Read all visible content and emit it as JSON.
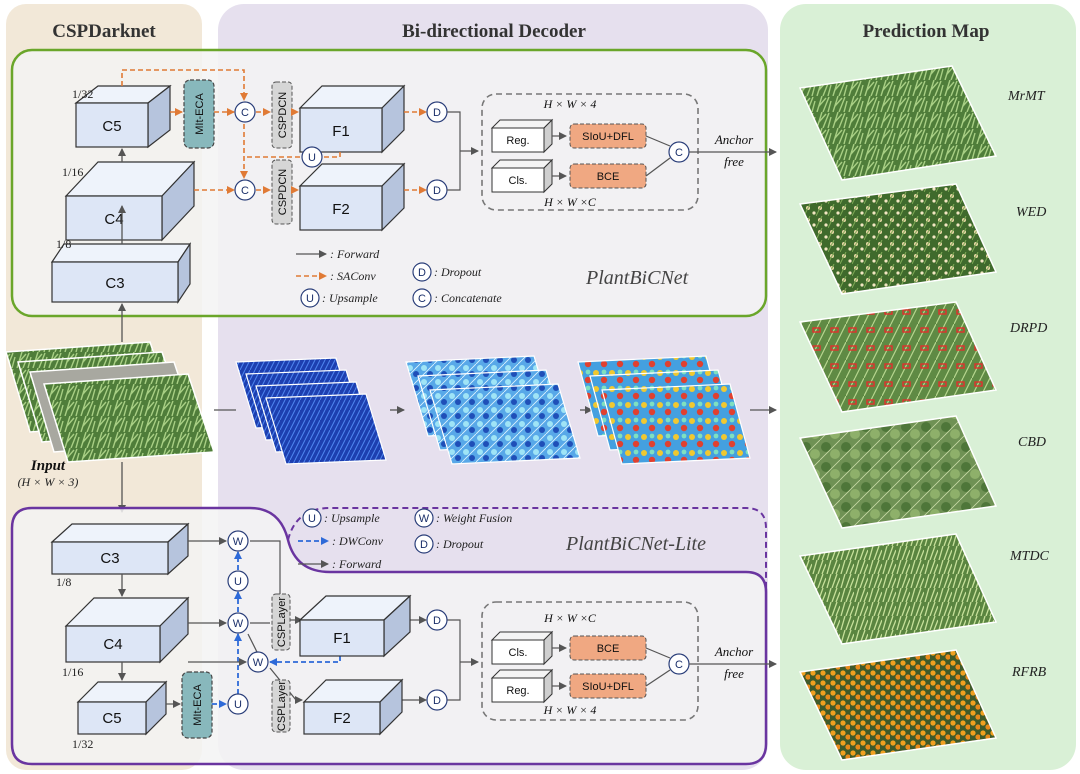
{
  "panels": {
    "backbone": "CSPDarknet",
    "decoder": "Bi-directional Decoder",
    "prediction": "Prediction Map"
  },
  "top": {
    "blocks": {
      "c5": "C5",
      "c4": "C4",
      "c3": "C3",
      "f1": "F1",
      "f2": "F2"
    },
    "scales": {
      "s32": "1/32",
      "s16": "1/16",
      "s8": "1/8"
    },
    "modules": {
      "eca": "MIt-ECA",
      "cspdcn1": "CSPDCN",
      "cspdcn2": "CSPDCN"
    },
    "head": {
      "dim_top": "H × W × 4",
      "dim_bottom": "H × W ×C",
      "reg": "Reg.",
      "cls": "Cls.",
      "siou": "SIoU+DFL",
      "bce": "BCE",
      "anchor1": "Anchor",
      "anchor2": "free"
    },
    "legend": {
      "forward": ": Forward",
      "saconv": ": SAConv",
      "dropout": ": Dropout",
      "upsample": ": Upsample",
      "concat": ": Concatenate"
    },
    "title": "PlantBiCNet"
  },
  "bottom": {
    "blocks": {
      "c3": "C3",
      "c4": "C4",
      "c5": "C5",
      "f1": "F1",
      "f2": "F2"
    },
    "scales": {
      "s8": "1/8",
      "s16": "1/16",
      "s32": "1/32"
    },
    "modules": {
      "eca": "MIt-ECA",
      "csp1": "CSPLayer",
      "csp2": "CSPLayer"
    },
    "head": {
      "dim_top": "H × W ×C",
      "dim_bottom": "H × W × 4",
      "cls": "Cls.",
      "reg": "Reg.",
      "bce": "BCE",
      "siou": "SIoU+DFL",
      "anchor1": "Anchor",
      "anchor2": "free"
    },
    "legend": {
      "upsample": ": Upsample",
      "weight": ": Weight Fusion",
      "dwconv": ": DWConv",
      "dropout": ": Dropout",
      "forward": ": Forward"
    },
    "title": "PlantBiCNet-Lite"
  },
  "glyphs": {
    "c": "C",
    "d": "D",
    "u": "U",
    "w": "W"
  },
  "input": {
    "label": "Input",
    "dims": "(H × W × 3)"
  },
  "datasets": [
    "MrMT",
    "WED",
    "DRPD",
    "CBD",
    "MTDC",
    "RFRB"
  ],
  "colors": {
    "backbone_bg": "#f2e8d8",
    "decoder_bg": "#e6e0ee",
    "prediction_bg": "#d9f0d6",
    "top_border": "#6aa62a",
    "bottom_border": "#6a35a0",
    "saconv": "#e07a35",
    "dwconv": "#2e6ad8",
    "block_face": "#dde6f6",
    "module_teal": "#88b8bc",
    "loss_orange": "#f0a882"
  }
}
